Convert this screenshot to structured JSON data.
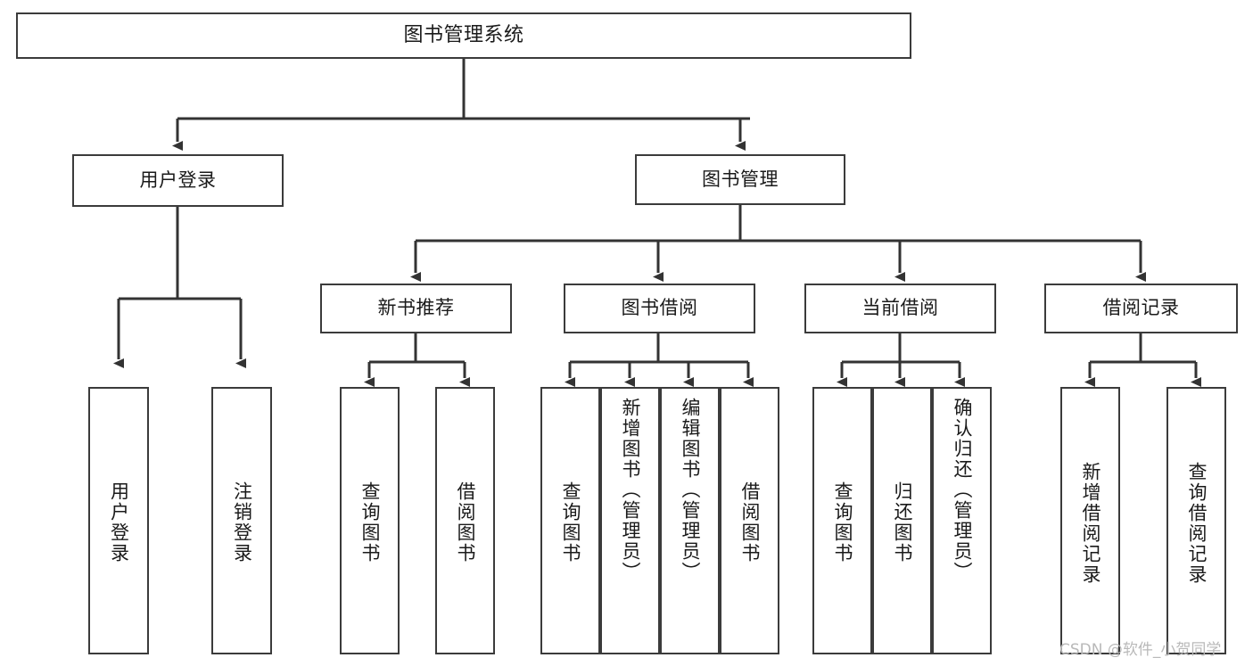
{
  "diagram": {
    "type": "tree",
    "title": "图书管理系统",
    "orientation": "top-down",
    "colors": {
      "box_border": "#3b3b3b",
      "box_fill": "#ffffff",
      "edge": "#333333",
      "text": "#1a1a1a",
      "watermark": "#b9b9b9",
      "background": "#ffffff"
    },
    "watermark": "CSDN @软件_小贺同学",
    "nodes": {
      "root": {
        "label": "图书管理系统"
      },
      "level2": [
        {
          "id": "user-login",
          "label": "用户登录"
        },
        {
          "id": "book-manage",
          "label": "图书管理"
        }
      ],
      "level3": [
        {
          "id": "new-book-recommend",
          "label": "新书推荐"
        },
        {
          "id": "book-borrow",
          "label": "图书借阅"
        },
        {
          "id": "current-borrow",
          "label": "当前借阅"
        },
        {
          "id": "borrow-record",
          "label": "借阅记录"
        }
      ],
      "leaves": {
        "user-login": [
          {
            "id": "leaf-user-login",
            "label": "用户登录"
          },
          {
            "id": "leaf-user-logout",
            "label": "注销登录"
          }
        ],
        "new-book-recommend": [
          {
            "id": "leaf-query-book-1",
            "label": "查询图书"
          },
          {
            "id": "leaf-borrow-book-1",
            "label": "借阅图书"
          }
        ],
        "book-borrow": [
          {
            "id": "leaf-query-book-2",
            "label": "查询图书"
          },
          {
            "id": "leaf-add-book",
            "label": "新增图书（管理员）"
          },
          {
            "id": "leaf-edit-book",
            "label": "编辑图书（管理员）"
          },
          {
            "id": "leaf-borrow-book-2",
            "label": "借阅图书"
          }
        ],
        "current-borrow": [
          {
            "id": "leaf-query-book-3",
            "label": "查询图书"
          },
          {
            "id": "leaf-return-book",
            "label": "归还图书"
          },
          {
            "id": "leaf-confirm-return",
            "label": "确认归还（管理员）"
          }
        ],
        "borrow-record": [
          {
            "id": "leaf-add-record",
            "label": "新增借阅记录"
          },
          {
            "id": "leaf-query-record",
            "label": "查询借阅记录"
          }
        ]
      }
    }
  }
}
